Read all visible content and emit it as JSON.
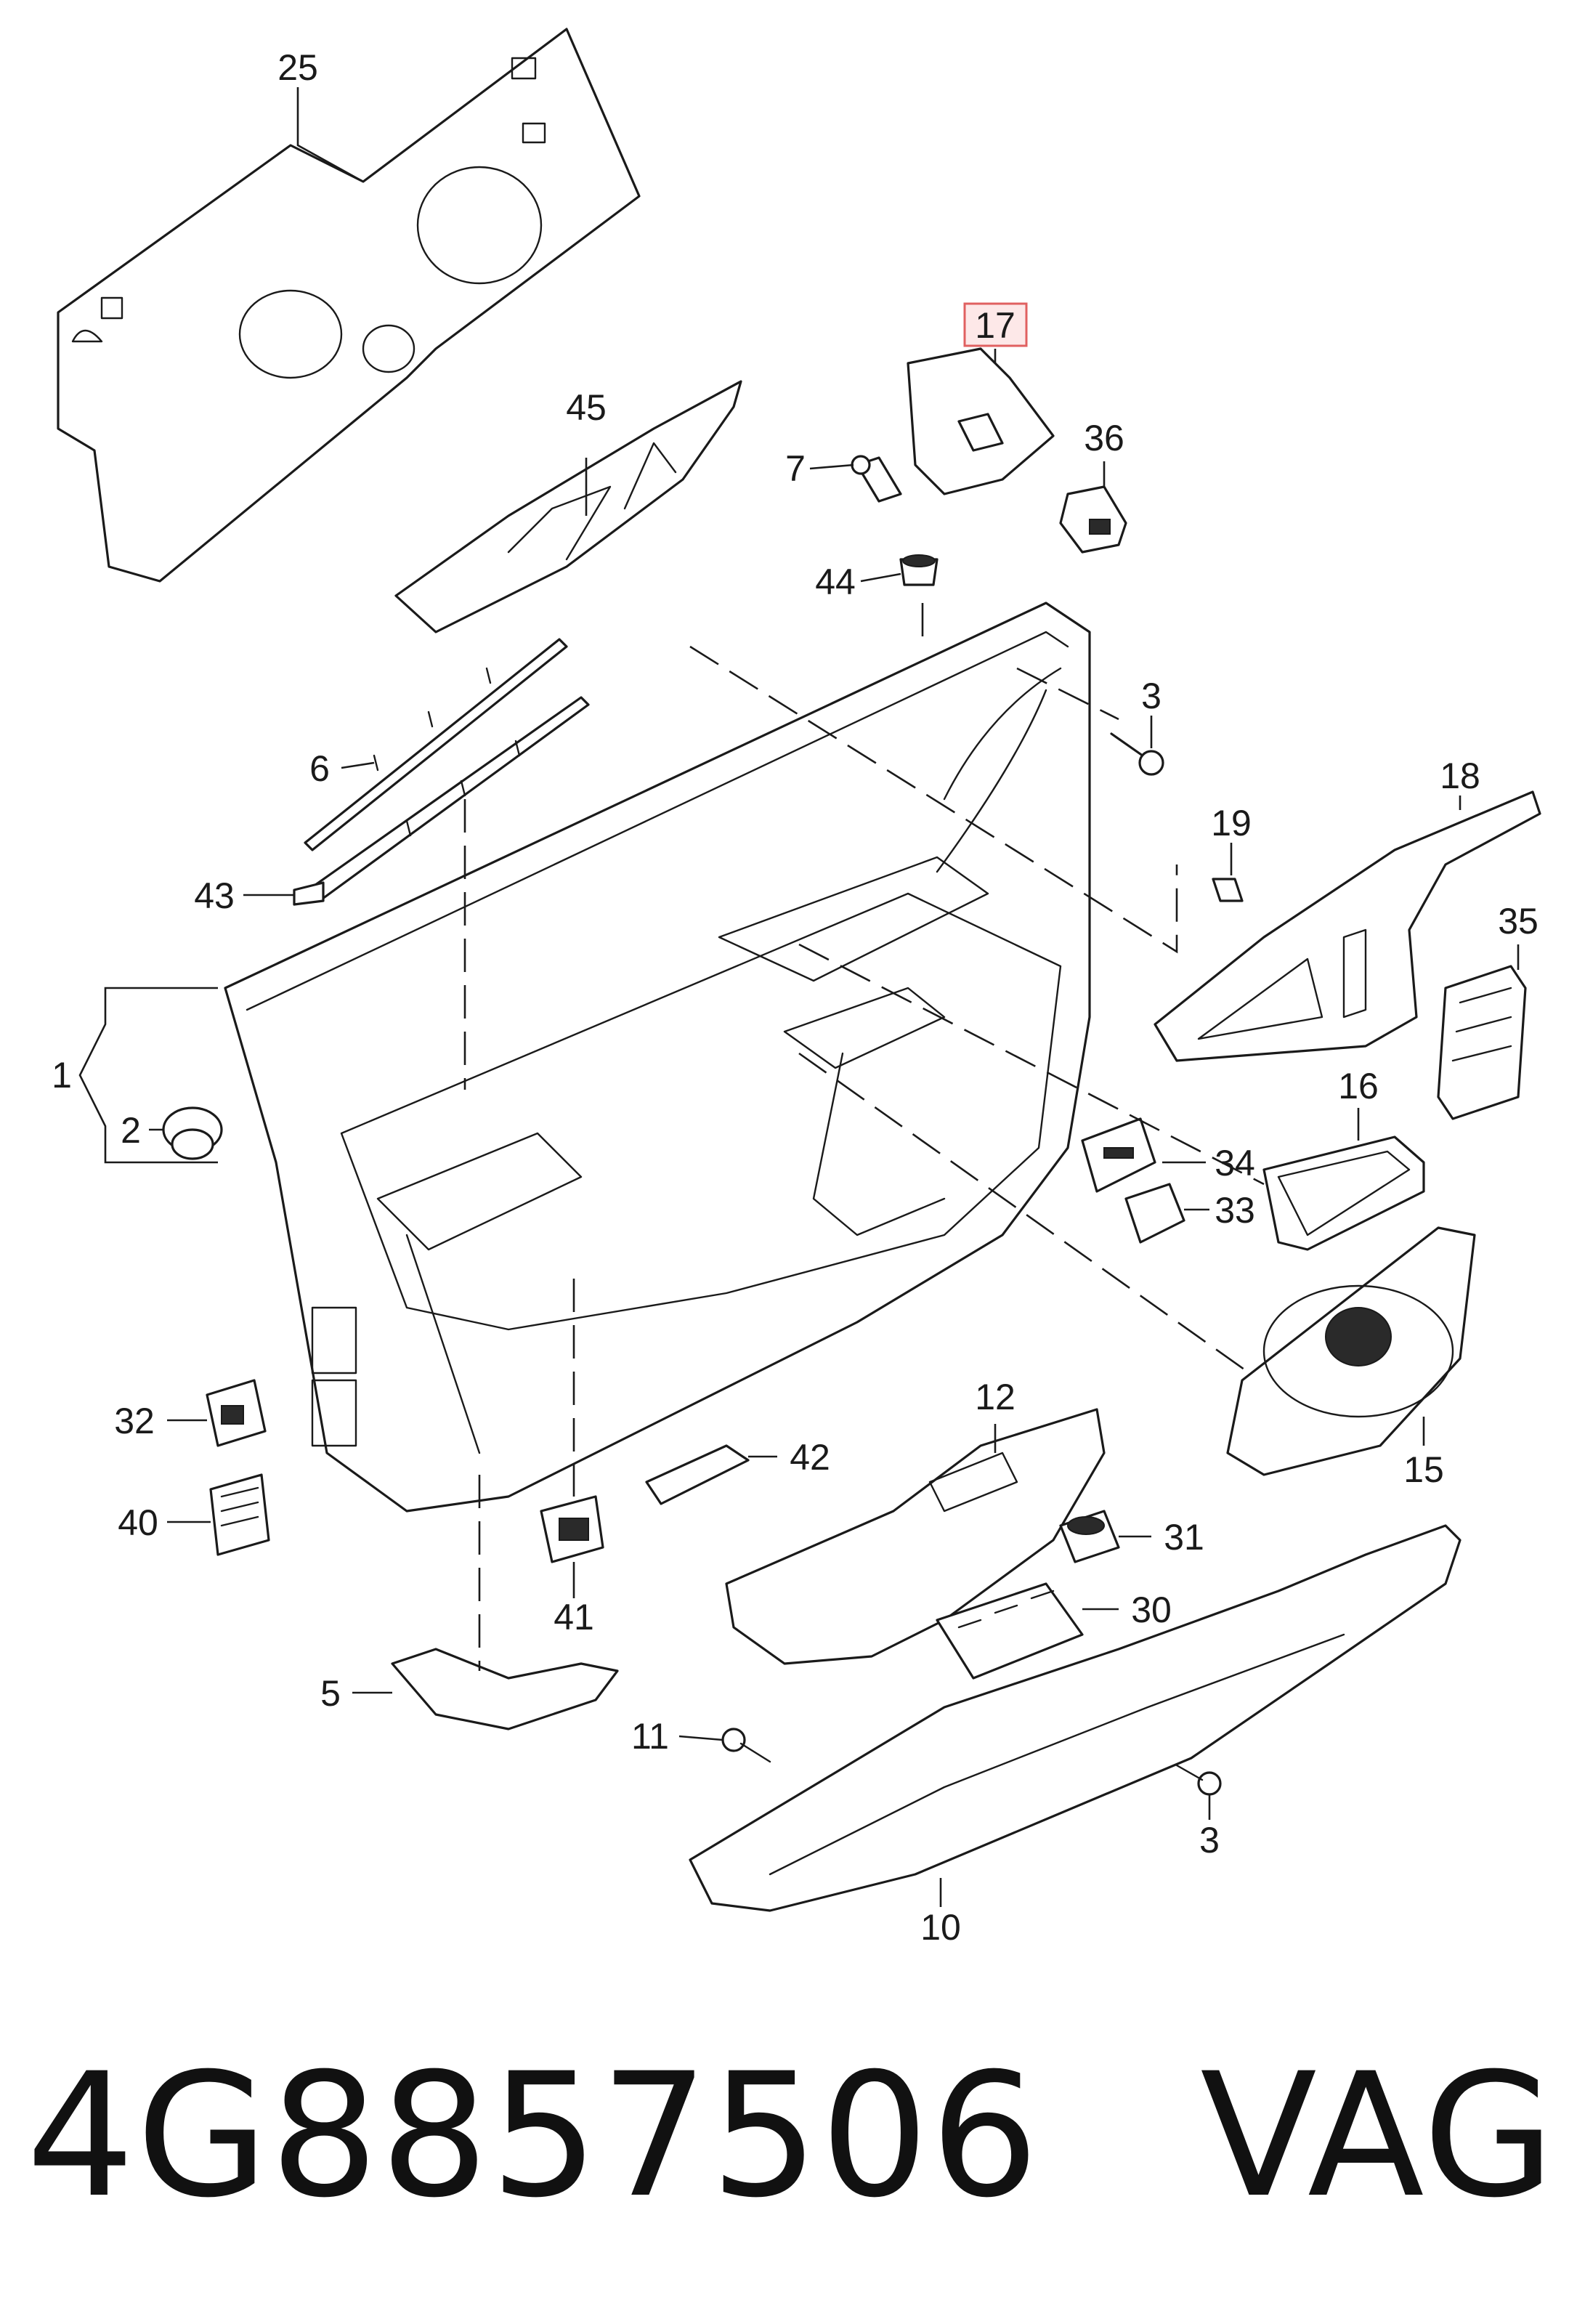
{
  "footer": {
    "part_number": "4G8857506",
    "brand": "VAG"
  },
  "highlight": {
    "callout": "17",
    "color": "#e06060",
    "fill": "#fde8e8"
  },
  "callouts": {
    "c1": "1",
    "c2": "2",
    "c3a": "3",
    "c3b": "3",
    "c5": "5",
    "c6": "6",
    "c7": "7",
    "c10": "10",
    "c11": "11",
    "c12": "12",
    "c15": "15",
    "c16": "16",
    "c17": "17",
    "c18": "18",
    "c19": "19",
    "c25": "25",
    "c30": "30",
    "c31": "31",
    "c32": "32",
    "c33": "33",
    "c34": "34",
    "c35": "35",
    "c36": "36",
    "c40": "40",
    "c41": "41",
    "c42": "42",
    "c43": "43",
    "c44": "44",
    "c45": "45"
  }
}
